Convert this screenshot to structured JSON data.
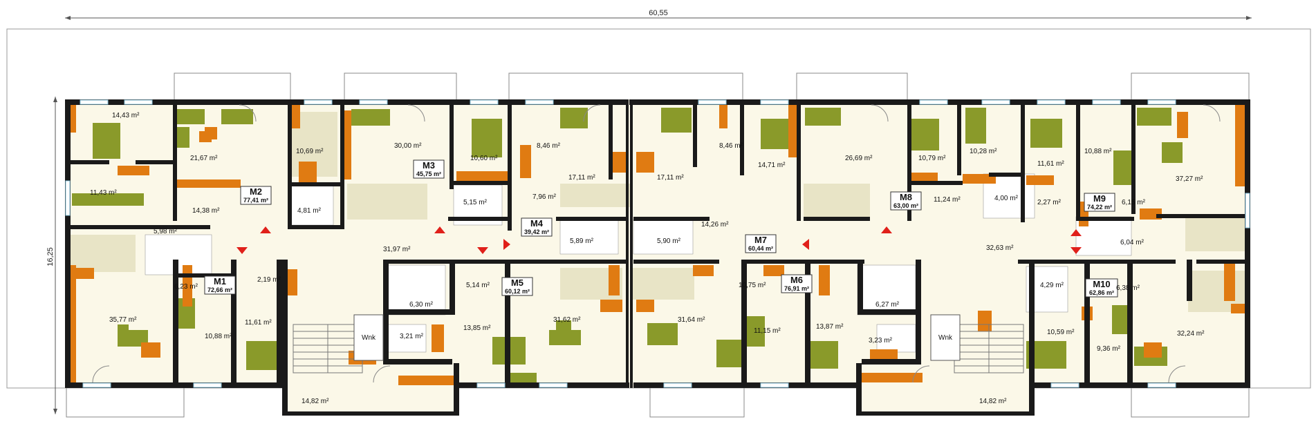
{
  "colors": {
    "floor": "#fbf8e8",
    "wall": "#1a1a1a",
    "kitchen": "#e8e4c6",
    "furniture_green": "#8a9a2a",
    "furniture_orange": "#e07b12",
    "wet_room": "#ffffff",
    "stair_arrow": "#e0201a"
  },
  "dimensions": {
    "width": "60,55",
    "depth": "16,25"
  },
  "units": [
    {
      "name": "M1",
      "area": "72,66 m²"
    },
    {
      "name": "M2",
      "area": "77,41 m²"
    },
    {
      "name": "M3",
      "area": "45,75 m²"
    },
    {
      "name": "M4",
      "area": "39,42 m²"
    },
    {
      "name": "M5",
      "area": "60,12 m²"
    },
    {
      "name": "M6",
      "area": "76,91 m²"
    },
    {
      "name": "M7",
      "area": "60,44 m²"
    },
    {
      "name": "M8",
      "area": "63,00 m²"
    },
    {
      "name": "M9",
      "area": "74,22 m²"
    },
    {
      "name": "M10",
      "area": "62,86 m²"
    }
  ],
  "rooms": [
    "14,43 m²",
    "21,67 m²",
    "10,69 m²",
    "30,00 m²",
    "10,60 m²",
    "8,46 m²",
    "17,11 m²",
    "17,11 m²",
    "8,46 m²",
    "14,71 m²",
    "26,69 m²",
    "10,79 m²",
    "10,28 m²",
    "11,61 m²",
    "10,88 m²",
    "37,27 m²",
    "11,43 m²",
    "14,38 m²",
    "4,81 m²",
    "5,15 m²",
    "7,96 m²",
    "14,26 m²",
    "11,24 m²",
    "4,00 m²",
    "2,27 m²",
    "6,15 m²",
    "5,98 m²",
    "31,97 m²",
    "5,89 m²",
    "5,90 m²",
    "32,63 m²",
    "6,04 m²",
    "6,23 m²",
    "2,19 m²",
    "5,14 m²",
    "10,75 m²",
    "4,29 m²",
    "6,38 m²",
    "6,30 m²",
    "6,27 m²",
    "35,77 m²",
    "10,88 m²",
    "11,61 m²",
    "13,85 m²",
    "31,62 m²",
    "31,64 m²",
    "11,15 m²",
    "13,87 m²",
    "10,59 m²",
    "32,24 m²",
    "3,21 m²",
    "3,23 m²",
    "9,36 m²",
    "14,82 m²",
    "14,82 m²"
  ],
  "icons": {
    "stair_up": "red-triangle-up-icon",
    "stair_down": "red-triangle-down-icon",
    "lift_label": "Winda"
  },
  "lift_labels": [
    "Wnk",
    "Wnk"
  ]
}
